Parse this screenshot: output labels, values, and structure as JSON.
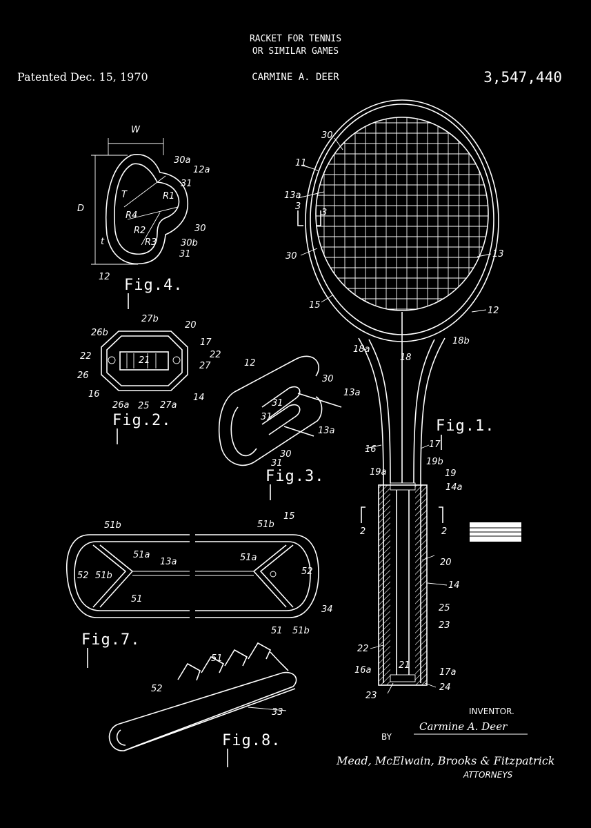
{
  "header": {
    "title_line1": "RACKET FOR TENNIS",
    "title_line2": "OR SIMILAR GAMES",
    "patented": "Patented Dec. 15, 1970",
    "inventor_name": "CARMINE A. DEER",
    "patent_number": "3,547,440"
  },
  "figures": {
    "fig1": "Fig.1.",
    "fig2": "Fig.2.",
    "fig3": "Fig.3.",
    "fig4": "Fig.4.",
    "fig7": "Fig.7.",
    "fig8": "Fig.8."
  },
  "fig1_labels": [
    "11",
    "30",
    "13a",
    "3",
    "3",
    "30",
    "13",
    "15",
    "12",
    "18a",
    "18",
    "18b",
    "16",
    "17",
    "19a",
    "19b",
    "19",
    "14a",
    "2",
    "2",
    "20",
    "14",
    "25",
    "23",
    "22",
    "21",
    "16a",
    "17a",
    "23",
    "24"
  ],
  "fig4_labels": [
    "W",
    "D",
    "30a",
    "12a",
    "31",
    "R1",
    "R4",
    "R2",
    "R3",
    "T",
    "30",
    "30b",
    "31",
    "t",
    "12"
  ],
  "fig2_labels": [
    "27b",
    "26b",
    "20",
    "17",
    "22",
    "21",
    "27",
    "22",
    "26",
    "16",
    "26a",
    "25",
    "27a",
    "14"
  ],
  "fig3_labels": [
    "12",
    "30",
    "13a",
    "31",
    "31",
    "13a",
    "30",
    "31"
  ],
  "fig7_labels": [
    "51b",
    "51a",
    "13a",
    "52",
    "51b",
    "51",
    "51b",
    "15",
    "51a",
    "52",
    "34",
    "51",
    "51b"
  ],
  "fig8_labels": [
    "51",
    "52",
    "33"
  ],
  "footer": {
    "inventor_heading": "INVENTOR.",
    "inventor_signature": "Carmine A. Deer",
    "by": "BY",
    "attorneys_signature": "Mead, McElwain, Brooks & Fitzpatrick",
    "attorneys": "ATTORNEYS"
  }
}
